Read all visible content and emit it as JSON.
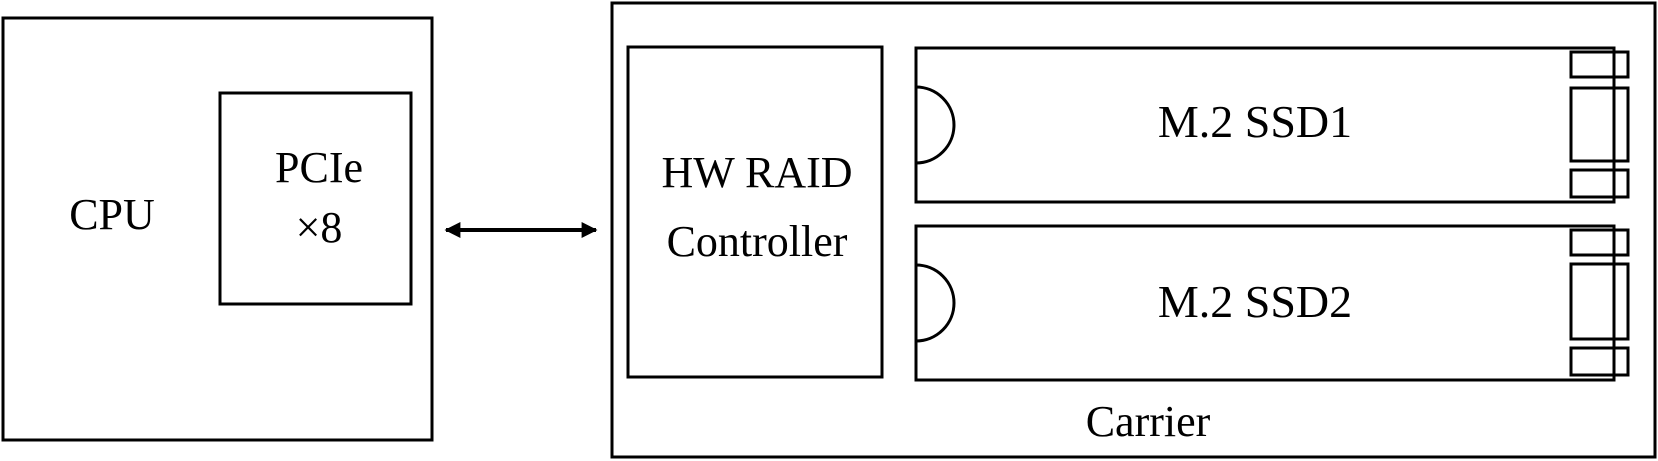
{
  "cpu": {
    "label": "CPU"
  },
  "pcie": {
    "line1": "PCIe",
    "line2": "×8"
  },
  "link": {
    "type": "bidirectional-arrow"
  },
  "carrier": {
    "label": "Carrier"
  },
  "raid": {
    "line1": "HW RAID",
    "line2": "Controller"
  },
  "ssds": [
    {
      "label": "M.2 SSD1"
    },
    {
      "label": "M.2 SSD2"
    }
  ],
  "colors": {
    "stroke": "#000000",
    "background": "#ffffff"
  }
}
